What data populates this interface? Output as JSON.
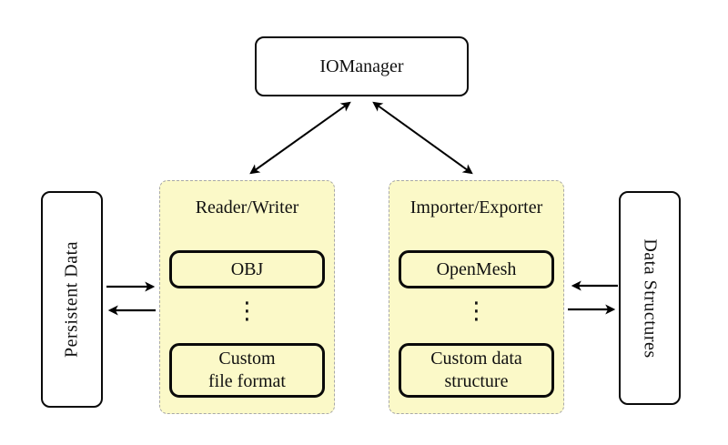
{
  "diagram": {
    "nodes": {
      "io_manager": {
        "label": "IOManager"
      },
      "persistent_data": {
        "label": "Persistent Data"
      },
      "data_structures": {
        "label": "Data Structures"
      },
      "reader_writer": {
        "title": "Reader/Writer",
        "top_item": "OBJ",
        "ellipsis": "⋮",
        "bottom_item_line1": "Custom",
        "bottom_item_line2": "file format"
      },
      "importer_exporter": {
        "title": "Importer/Exporter",
        "top_item": "OpenMesh",
        "ellipsis": "⋮",
        "bottom_item_line1": "Custom data",
        "bottom_item_line2": "structure"
      }
    },
    "colors": {
      "group_fill": "#FBF9C8",
      "group_border": "#A8A8A8",
      "node_border": "#0A0A0A",
      "arrow": "#000000",
      "background": "#FFFFFF"
    },
    "arrows": [
      {
        "name": "iomanager-readerwriter",
        "type": "double-headed"
      },
      {
        "name": "iomanager-importerexporter",
        "type": "double-headed"
      },
      {
        "name": "persistentdata-to-readerwriter",
        "type": "right"
      },
      {
        "name": "readerwriter-to-persistentdata",
        "type": "left"
      },
      {
        "name": "datastructures-to-importerexporter",
        "type": "left"
      },
      {
        "name": "importerexporter-to-datastructures",
        "type": "right"
      }
    ]
  }
}
